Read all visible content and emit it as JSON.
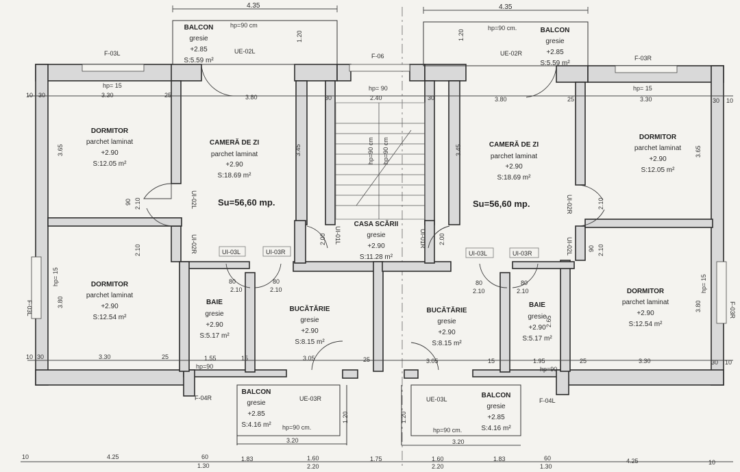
{
  "apartments": {
    "left_area": "Su=56,60 mp.",
    "right_area": "Su=56,60 mp."
  },
  "rooms": {
    "dorm_tl": {
      "name": "DORMITOR",
      "floor": "parchet laminat",
      "height": "+2.90",
      "area": "S:12.05 m²"
    },
    "living_l": {
      "name": "CAMERĂ DE ZI",
      "floor": "parchet laminat",
      "height": "+2.90",
      "area": "S:18.69 m²"
    },
    "balcon_tl": {
      "name": "BALCON",
      "floor": "gresie",
      "height": "+2.85",
      "area": "S:5.59 m²"
    },
    "dorm_bl": {
      "name": "DORMITOR",
      "floor": "parchet laminat",
      "height": "+2.90",
      "area": "S:12.54 m²"
    },
    "baie_l": {
      "name": "BAIE",
      "floor": "gresie",
      "height": "+2.90",
      "area": "S:5.17 m²"
    },
    "bucatarie_l": {
      "name": "BUCĂTĂRIE",
      "floor": "gresie",
      "height": "+2.90",
      "area": "S:8.15 m²"
    },
    "balcon_bl": {
      "name": "BALCON",
      "floor": "gresie",
      "height": "+2.85",
      "area": "S:4.16 m²"
    },
    "casa_scarii": {
      "name": "CASA SCĂRII",
      "floor": "gresie",
      "height": "+2.90",
      "area": "S:11.28 m²"
    },
    "dorm_tr": {
      "name": "DORMITOR",
      "floor": "parchet laminat",
      "height": "+2.90",
      "area": "S:12.05 m²"
    },
    "living_r": {
      "name": "CAMERĂ DE ZI",
      "floor": "parchet laminat",
      "height": "+2.90",
      "area": "S:18.69 m²"
    },
    "balcon_tr": {
      "name": "BALCON",
      "floor": "gresie",
      "height": "+2.85",
      "area": "S:5.59 m²"
    },
    "dorm_br": {
      "name": "DORMITOR",
      "floor": "parchet laminat",
      "height": "+2.90",
      "area": "S:12.54 m²"
    },
    "baie_r": {
      "name": "BAIE",
      "floor": "gresie",
      "height": "+2.90",
      "area": "S:5.17 m²"
    },
    "bucatarie_r": {
      "name": "BUCĂTĂRIE",
      "floor": "gresie",
      "height": "+2.90",
      "area": "S:8.15 m²"
    },
    "balcon_br": {
      "name": "BALCON",
      "floor": "gresie",
      "height": "+2.85",
      "area": "S:4.16 m²"
    }
  },
  "codes": {
    "f03l": "F-03L",
    "f03r": "F-03R",
    "f06": "F-06",
    "f04r": "F-04R",
    "f04l": "F-04L",
    "f03l_side": "F-03L",
    "f03r_side": "F-03R",
    "ue02l": "UE-02L",
    "ue02r": "UE-02R",
    "ue03r": "UE-03R",
    "ue03l": "UE-03L",
    "ui02l": "UI-02L",
    "ui02r_left": "UI-02R",
    "ui02r_right": "UI-02R",
    "ui02l_right": "UI-02L",
    "ui03l_left": "UI-03L",
    "ui03r_left": "UI-03R",
    "ui03l_right": "UI-03L",
    "ui03r_right": "UI-03R",
    "ui01l": "UI-01L",
    "ui01r": "UI-01R"
  },
  "labels": {
    "hp90": "hp=90 cm",
    "hp90_r": "hp=90 cm.",
    "hp15": "hp= 15",
    "hp90_short": "hp= 90",
    "hp90_b": "hp=90",
    "hp90_bl": "hp=90 cm.",
    "hp90_br": "hp=90 cm."
  },
  "dims": {
    "top_l": "4.35",
    "top_r": "4.35",
    "d380_l": "3.80",
    "d380_lliv": "3.80",
    "d240": "2.40",
    "d380_rliv": "3.80",
    "d330_r": "3.30",
    "d330_l": "3.30",
    "d365_l": "3.65",
    "d345_l": "3.45",
    "d345_r": "3.45",
    "d365_r": "3.65",
    "d380_lside": "3.80",
    "d380_rside": "3.80",
    "b_330_l": "3.30",
    "b_155": "1.55",
    "b_305_l": "3.05",
    "b_305_r": "3.05",
    "b_195": "1.95",
    "b_330_r": "3.30",
    "b_320_l": "3.20",
    "b_320_r": "3.20",
    "bot_425_l": "4.25",
    "bot_60_l": "60",
    "bot_130_l": "1.30",
    "bot_183_l": "1.83",
    "bot_160_l": "1.60",
    "bot_220_l": "2.20",
    "bot_175": "1.75",
    "bot_160_r": "1.60",
    "bot_220_r": "2.20",
    "bot_183_r": "1.83",
    "bot_60_r": "60",
    "bot_130_r": "1.30",
    "bot_425_r": "4.25",
    "w_10": "10",
    "w_30": "30",
    "w_25": "25",
    "w_15": "15",
    "w_120": "1.20",
    "w_210": "2.10",
    "w_90": "90",
    "w_80": "80",
    "w_200": "2.00",
    "w_265": "2.65"
  }
}
